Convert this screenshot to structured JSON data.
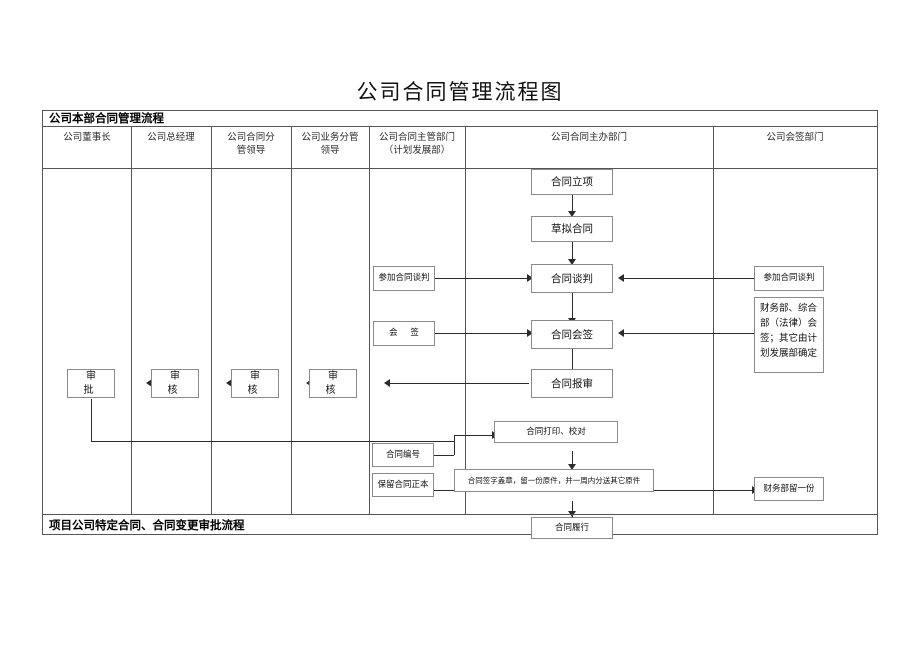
{
  "title": "公司合同管理流程图",
  "banner": {
    "top_label": "公司本部合同管理流程",
    "bottom_label": "项目公司特定合同、合同变更审批流程"
  },
  "columns": [
    {
      "id": "chairman",
      "line1": "公司董事长",
      "line2": ""
    },
    {
      "id": "general-manager",
      "line1": "公司总经理",
      "line2": ""
    },
    {
      "id": "contract-leader",
      "line1": "公司合同分",
      "line2": "管领导"
    },
    {
      "id": "business-leader",
      "line1": "公司业务分管",
      "line2": "领导"
    },
    {
      "id": "contract-admin",
      "line1": "公司合同主管部门",
      "line2": "（计划发展部）"
    },
    {
      "id": "contract-host",
      "line1": "公司合同主办部门",
      "line2": ""
    },
    {
      "id": "countersign",
      "line1": "公司会签部门",
      "line2": ""
    }
  ],
  "nodes": {
    "project_init": "合同立项",
    "draft_contract": "草拟合同",
    "negotiation": "合同谈判",
    "countersign_main": "合同会签",
    "submit_review": "合同报审",
    "join_negotiation_admin": "参加合同谈判",
    "join_negotiation_right": "参加合同谈判",
    "countersign_admin": "会 签",
    "countersign_note": "财务部、综合部（法律）会签；其它由计划发展部确定",
    "approve": "审 批",
    "review_1": "审 核",
    "review_2": "审 核",
    "review_3": "审 核",
    "print_proof": "合同打印、校对",
    "contract_number": "合同编号",
    "keep_original": "保留合同正本",
    "sign_seal_note": "合同签字盖章，留一份原件，并一周内分送其它原件",
    "finance_copy": "财务部留一份",
    "perform_contract": "合同履行"
  },
  "colors": {
    "frame": "#555555",
    "node_border": "#8a8a8a",
    "connector": "#2b2b2b",
    "text": "#111111",
    "background": "#ffffff"
  }
}
